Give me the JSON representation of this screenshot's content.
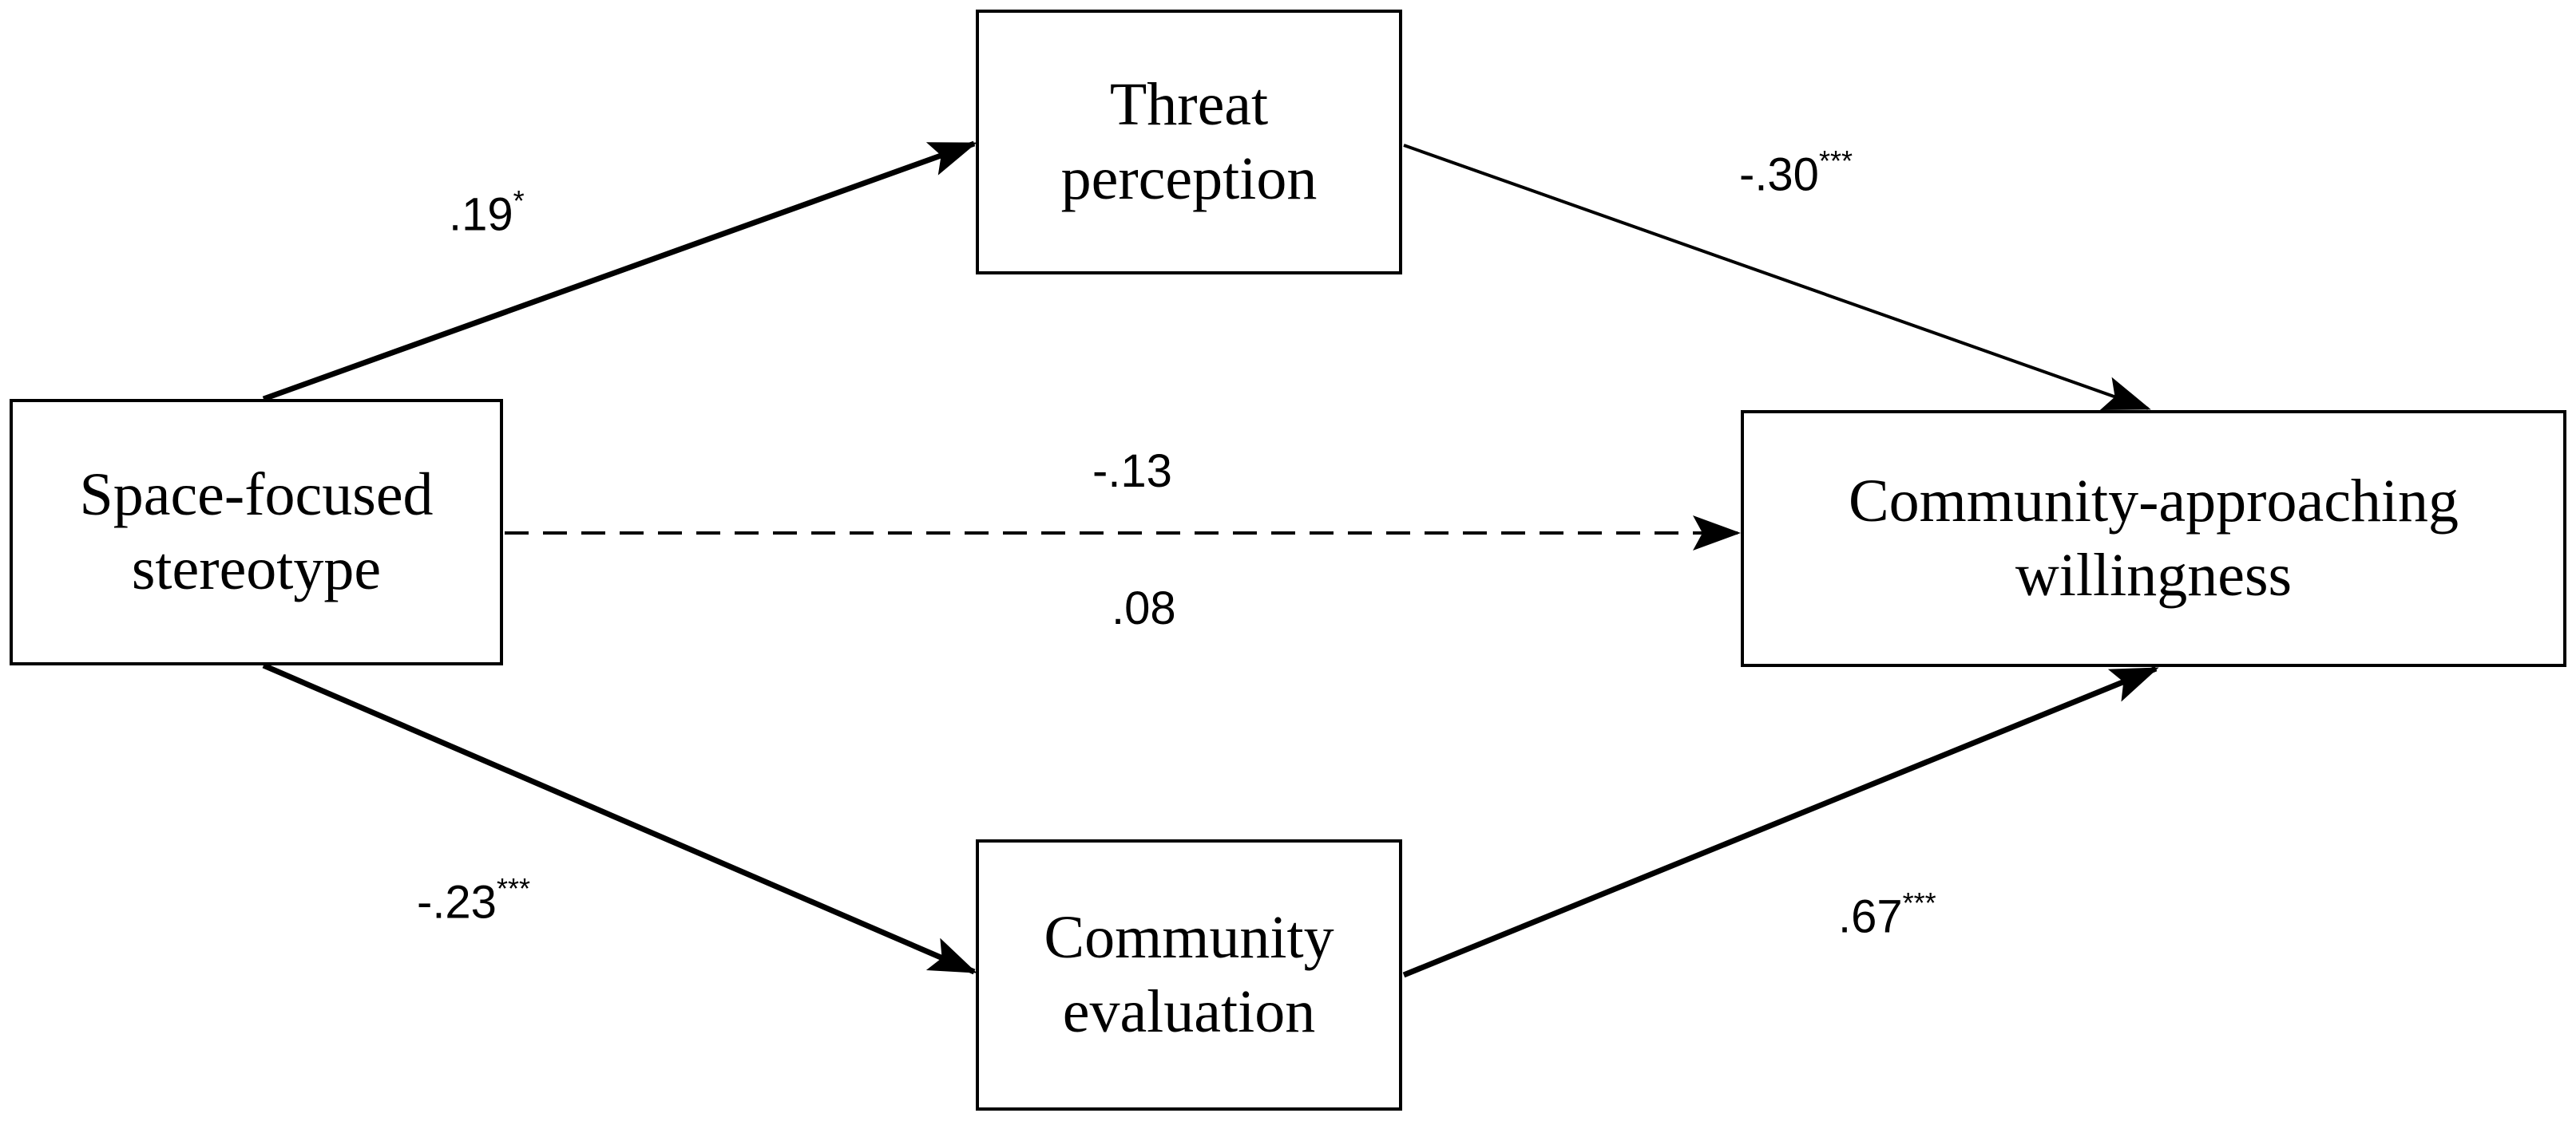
{
  "nodes": {
    "threat": {
      "line1": "Threat",
      "line2": "perception"
    },
    "space": {
      "line1": "Space-focused",
      "line2": "stereotype"
    },
    "willingness": {
      "line1": "Community-approaching",
      "line2": "willingness"
    },
    "evaluation": {
      "line1": "Community",
      "line2": "evaluation"
    }
  },
  "paths": {
    "space_to_threat": {
      "value": ".19",
      "sig": "*",
      "style": "solid"
    },
    "threat_to_willingness": {
      "value": "-.30",
      "sig": "***",
      "style": "solid"
    },
    "space_to_willingness": {
      "value_top": "-.13",
      "value_bottom": ".08",
      "style": "dashed"
    },
    "space_to_evaluation": {
      "value": "-.23",
      "sig": "***",
      "style": "solid"
    },
    "evaluation_to_willingness": {
      "value": ".67",
      "sig": "***",
      "style": "solid"
    }
  },
  "colors": {
    "line": "#000000",
    "background": "#ffffff"
  }
}
